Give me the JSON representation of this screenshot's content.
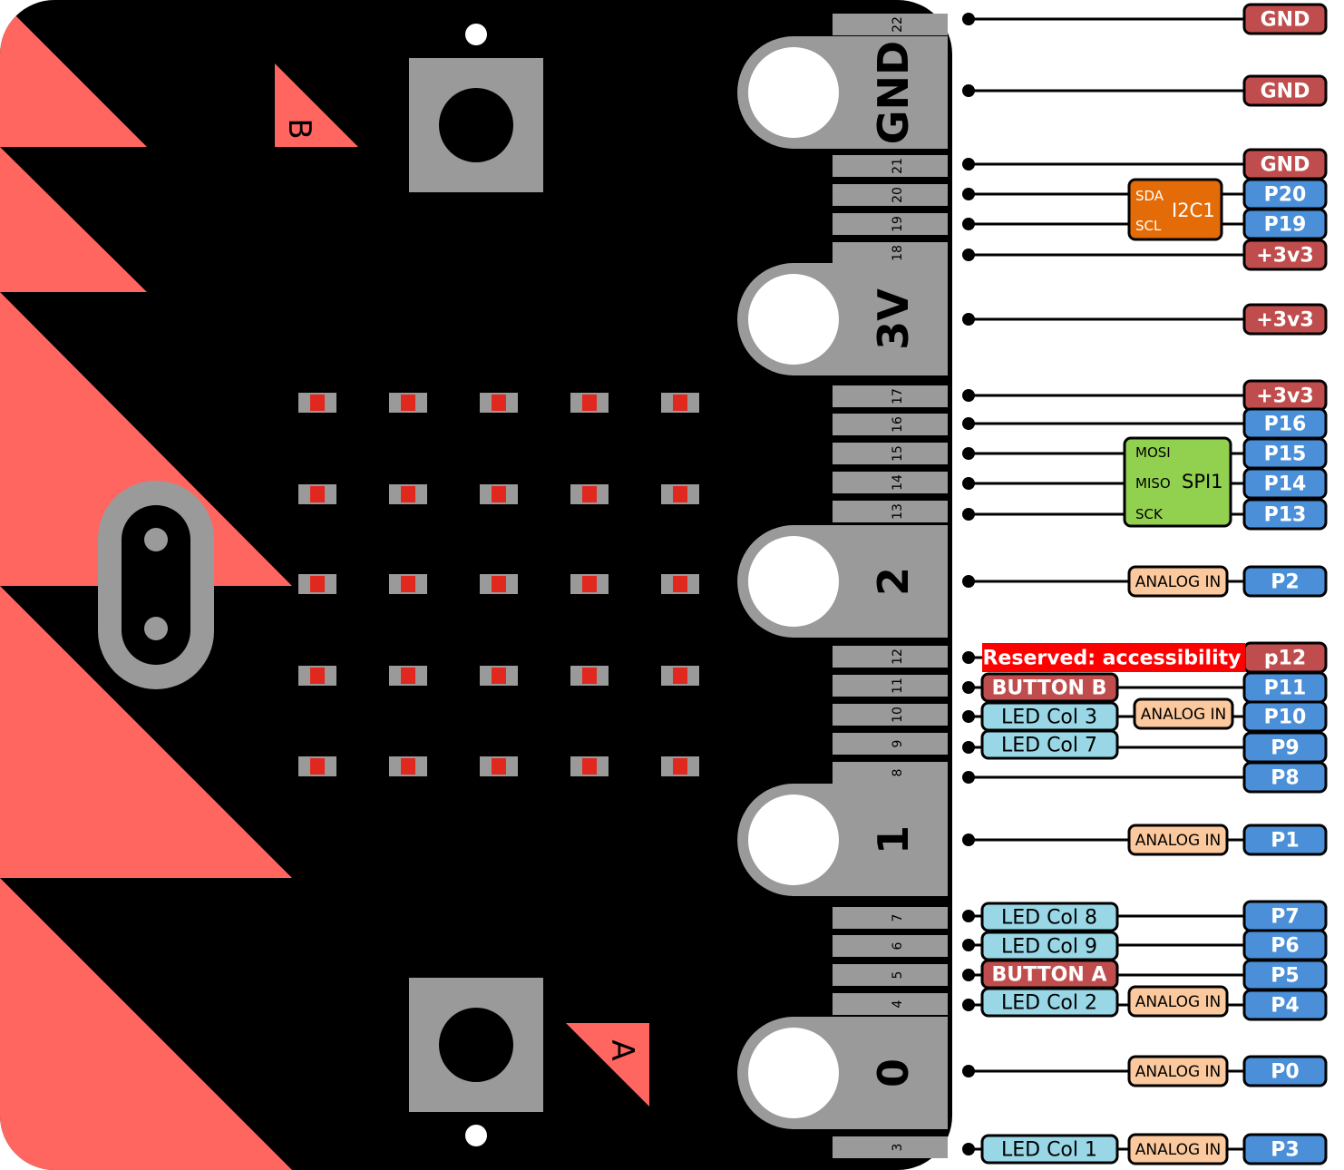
{
  "board": {
    "button_letters": {
      "a": "A",
      "b": "B"
    },
    "ring_labels": {
      "gnd": "GND",
      "3v": "3V",
      "p2": "2",
      "p1": "1",
      "p0": "0"
    },
    "edge_numbers": {
      "e22": "22",
      "e21": "21",
      "e20": "20",
      "e19": "19",
      "e18": "18",
      "e17": "17",
      "e16": "16",
      "e15": "15",
      "e14": "14",
      "e13": "13",
      "e12": "12",
      "e11": "11",
      "e10": "10",
      "e9": "9",
      "e8": "8",
      "e7": "7",
      "e6": "6",
      "e5": "5",
      "e4": "4",
      "e3": "3"
    },
    "led_matrix": {
      "rows": 5,
      "cols": 5
    }
  },
  "pins": {
    "gnd1": "GND",
    "gnd2": "GND",
    "gnd3": "GND",
    "p20": "P20",
    "p19": "P19",
    "v33a": "+3v3",
    "v33b": "+3v3",
    "v33c": "+3v3",
    "p16": "P16",
    "p15": "P15",
    "p14": "P14",
    "p13": "P13",
    "p2": "P2",
    "p12": "p12",
    "p11": "P11",
    "p10": "P10",
    "p9": "P9",
    "p8": "P8",
    "p1": "P1",
    "p7": "P7",
    "p6": "P6",
    "p5": "P5",
    "p4": "P4",
    "p0": "P0",
    "p3": "P3"
  },
  "buses": {
    "i2c": {
      "name": "I2C1",
      "sda": "SDA",
      "scl": "SCL"
    },
    "spi": {
      "name": "SPI1",
      "mosi": "MOSI",
      "miso": "MISO",
      "sck": "SCK"
    }
  },
  "functions": {
    "analog_in": "ANALOG IN",
    "reserved": "Reserved: accessibility",
    "button_b": "BUTTON B",
    "button_a": "BUTTON A",
    "led_col3": "LED Col 3",
    "led_col7": "LED Col 7",
    "led_col8": "LED Col 8",
    "led_col9": "LED Col 9",
    "led_col2": "LED Col 2",
    "led_col1": "LED Col 1"
  },
  "colors": {
    "pcb": "#000000",
    "logo_red": "#ff6660",
    "gray": "#9a9a9a",
    "led": "#e0281e",
    "gnd_tag": "#c04d4d",
    "pin_tag": "#4a8fd8",
    "i2c": "#e36c09",
    "spi": "#92d050",
    "analog": "#fbc99d",
    "led_col": "#99d7e6",
    "reserved": "#ff0000"
  }
}
